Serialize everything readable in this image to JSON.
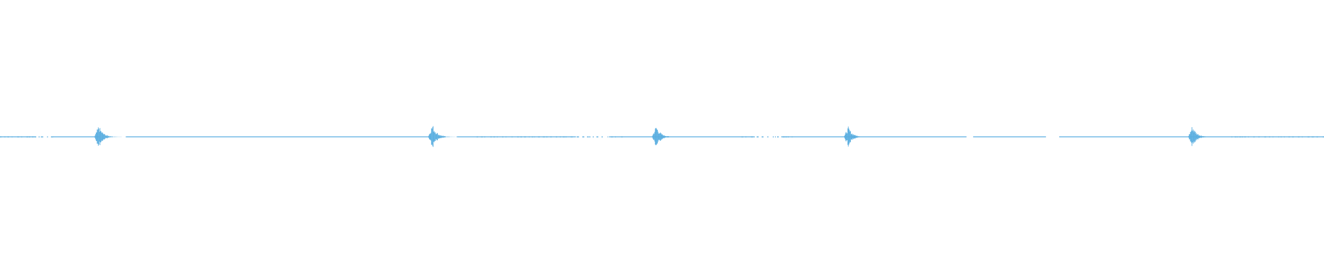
{
  "waveform": {
    "color": "#5aaee0",
    "background": "#ffffff",
    "bursts": [
      {
        "time_fraction": 0.0745,
        "amplitude": 0.045
      },
      {
        "time_fraction": 0.3265,
        "amplitude": 0.05
      },
      {
        "time_fraction": 0.4955,
        "amplitude": 0.045
      },
      {
        "time_fraction": 0.6405,
        "amplitude": 0.04
      },
      {
        "time_fraction": 0.9005,
        "amplitude": 0.045
      }
    ],
    "baseline_segments": [
      [
        0.0,
        0.027
      ],
      [
        0.04,
        0.075
      ],
      [
        0.095,
        0.325
      ],
      [
        0.345,
        0.435
      ],
      [
        0.46,
        0.57
      ],
      [
        0.59,
        0.73
      ],
      [
        0.735,
        0.79
      ],
      [
        0.8,
        1.0
      ]
    ],
    "dotted_regions": [
      [
        0.0,
        0.04
      ],
      [
        0.36,
        0.47
      ],
      [
        0.56,
        0.6
      ],
      [
        0.93,
        1.0
      ]
    ]
  }
}
